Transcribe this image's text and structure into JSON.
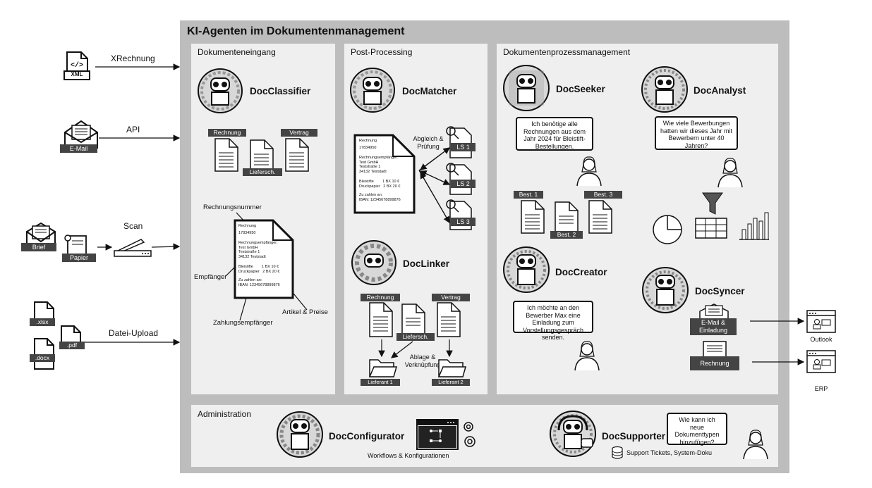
{
  "title": "KI-Agenten im Dokumentenmanagement",
  "inputs": {
    "xrechnung": "XRechnung",
    "xml": "XML",
    "api": "API",
    "email": "E-Mail",
    "scan": "Scan",
    "brief": "Brief",
    "papier": "Papier",
    "upload": "Datei-Upload",
    "xlsx": ".xlsx",
    "pdf": ".pdf",
    "docx": ".docx"
  },
  "panels": {
    "eingang": "Dokumenteneingang",
    "post": "Post-Processing",
    "prozess": "Dokumentenprozessmanagement",
    "admin": "Administration"
  },
  "agents": {
    "classifier": "DocClassifier",
    "matcher": "DocMatcher",
    "linker": "DocLinker",
    "seeker": "DocSeeker",
    "analyst": "DocAnalyst",
    "creator": "DocCreator",
    "syncer": "DocSyncer",
    "configurator": "DocConfigurator",
    "supporter": "DocSupporter"
  },
  "classifier": {
    "rechnung": "Rechnung",
    "vertrag": "Vertrag",
    "liefersch": "Liefersch.",
    "rechnungsnummer": "Rechnungsnummer",
    "empfaenger": "Empfänger",
    "artikel": "Artikel & Preise",
    "zahlung": "Zahlungsempfänger"
  },
  "invoice": {
    "l1": "Rechnung",
    "l2": "17834950",
    "l3": "Rechnungsempfänger:",
    "l4": "Test GmbH",
    "l5": "Teststraße 1",
    "l6": "34132 Teststadt",
    "l7": "Bleistifte        1 BX 10 €",
    "l8": "Druckpapier   2 BX 20 €",
    "l9": "Zu zahlen an:",
    "l10": "IBAN: 12345678899876"
  },
  "matcher": {
    "abgleich": "Abgleich & Prüfung",
    "ls1": "LS 1",
    "ls2": "LS 2",
    "ls3": "LS 3"
  },
  "linker": {
    "rechnung": "Rechnung",
    "vertrag": "Vertrag",
    "liefersch": "Liefersch.",
    "ablage": "Ablage & Verknüpfung",
    "lieferant1": "Lieferant 1",
    "lieferant2": "Lieferant 2"
  },
  "seeker": {
    "bubble": "Ich benötige alle Rechnungen aus dem Jahr 2024 für Bleistift-Bestellungen.",
    "best1": "Best. 1",
    "best2": "Best. 2",
    "best3": "Best. 3"
  },
  "analyst": {
    "bubble": "Wie viele Bewerbungen hatten wir dieses Jahr mit Bewerbern unter 40 Jahren?"
  },
  "creator": {
    "bubble": "Ich möchte an den Bewerber Max eine Einladung zum Vorstellungsgespräch senden."
  },
  "syncer": {
    "email_invite": "E-Mail & Einladung",
    "rechnung": "Rechnung",
    "outlook": "Outlook",
    "erp": "ERP"
  },
  "admin": {
    "workflows": "Workflows & Konfigurationen",
    "support_bubble": "Wie kann ich neue Dokumenttypen hinzufügen?",
    "tickets": "Support Tickets, System-Doku"
  }
}
